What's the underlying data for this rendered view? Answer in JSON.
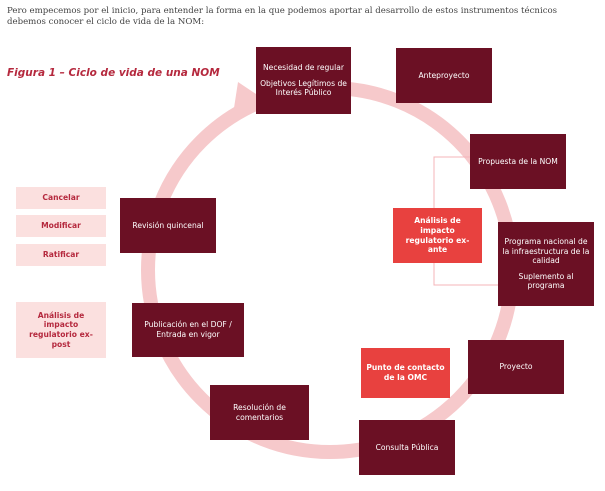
{
  "intro_text": "Pero empecemos por el inicio, para entender la forma en la que podemos aportar al desarrollo de estos instrumentos técnicos debemos conocer el ciclo de vida de la NOM:",
  "figure_caption": "Figura 1 – Ciclo de vida de una NOM",
  "colors": {
    "dark_box": "#6b1024",
    "highlight_box": "#e8413f",
    "action_box": "#fbe0df",
    "ring": "#f6c9cb",
    "connector": "#f4b4b8",
    "caption": "#b5293e"
  },
  "nodes": {
    "necesidad": {
      "line1": "Necesidad de regular",
      "line2": "Objetivos Legítimos de Interés Público"
    },
    "anteproyecto": {
      "label": "Anteproyecto"
    },
    "propuesta": {
      "label": "Propuesta de la NOM"
    },
    "programa": {
      "line1": "Programa nacional de la infraestructura de la calidad",
      "line2": "Suplemento al programa"
    },
    "proyecto": {
      "label": "Proyecto"
    },
    "consulta": {
      "label": "Consulta Pública"
    },
    "resolucion": {
      "label": "Resolución de comentarios"
    },
    "publicacion": {
      "label": "Publicación en el DOF / Entrada en vigor"
    },
    "revision": {
      "label": "Revisión quincenal"
    }
  },
  "highlights": {
    "exante": "Análisis de impacto regulatorio ex-ante",
    "omc": "Punto de contacto de la OMC"
  },
  "actions": {
    "cancelar": "Cancelar",
    "modificar": "Modificar",
    "ratificar": "Ratificar",
    "expost": "Análisis de impacto regulatorio ex-post"
  }
}
